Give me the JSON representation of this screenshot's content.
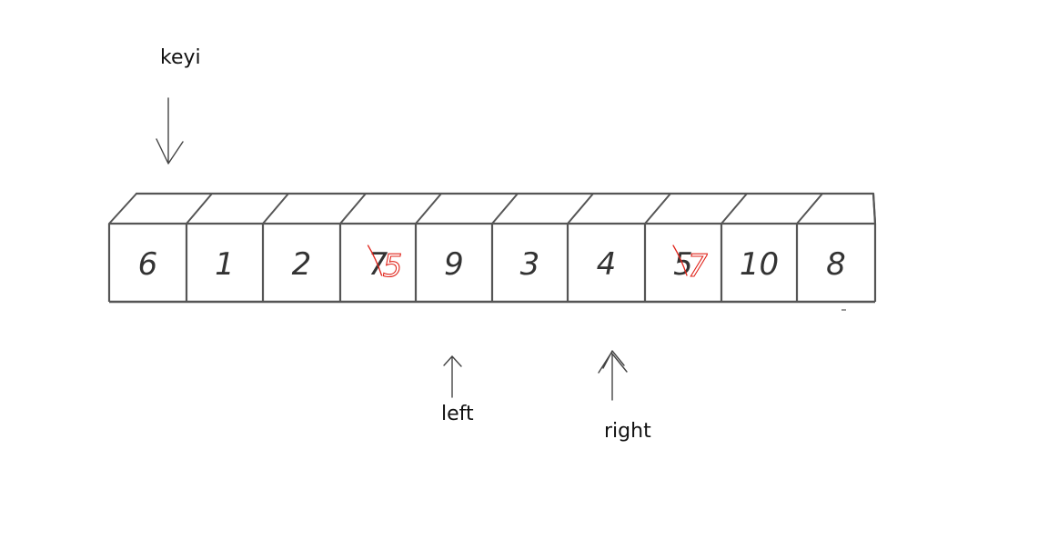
{
  "diagram": {
    "array": [
      "6",
      "1",
      "2",
      "7",
      "9",
      "3",
      "4",
      "5",
      "10",
      "8"
    ],
    "edits": [
      {
        "index": 3,
        "crossed_value": "7",
        "new_value": "5"
      },
      {
        "index": 7,
        "crossed_value": "5",
        "new_value": "7"
      }
    ],
    "pointers": {
      "keyi": {
        "label": "keyi",
        "index": 0
      },
      "left": {
        "label": "left",
        "index": 4
      },
      "right": {
        "label": "right",
        "index": 6
      }
    },
    "colors": {
      "outline": "#555555",
      "text": "#333333",
      "edit": "#e0241b"
    }
  }
}
